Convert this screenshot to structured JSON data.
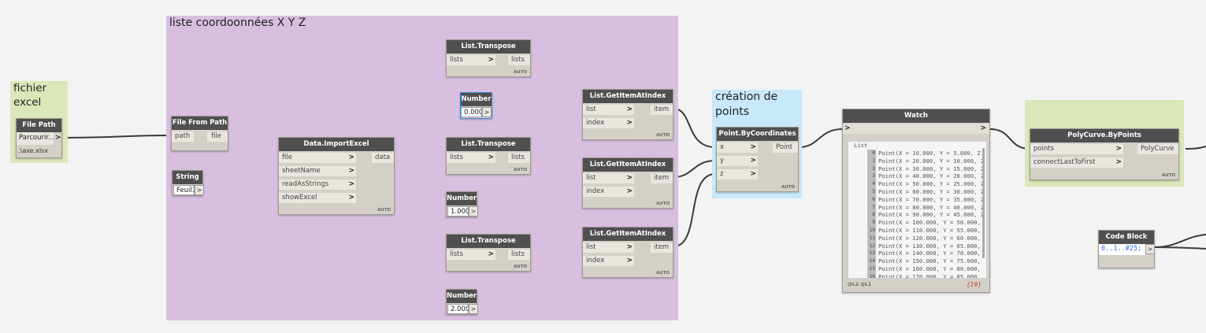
{
  "groups": {
    "excel": "fichier\nexcel",
    "coords": "liste coordoonnées X Y Z",
    "points": "création de\npoints"
  },
  "nodes": {
    "file_path": {
      "title": "File Path",
      "button": "Parcourir...",
      "value": ".\\axe.xlsx"
    },
    "file_from_path": {
      "title": "File From Path",
      "in": "path",
      "out": "file"
    },
    "string": {
      "title": "String",
      "value": "Feuil1"
    },
    "import_excel": {
      "title": "Data.ImportExcel",
      "inputs": [
        "file",
        "sheetName",
        "readAsStrings",
        "showExcel"
      ],
      "out": "data"
    },
    "transpose": {
      "title": "List.Transpose",
      "in": "lists",
      "out": "lists"
    },
    "get_item": {
      "title": "List.GetItemAtIndex",
      "in_list": "list",
      "in_index": "index",
      "out": "item"
    },
    "numbers": [
      {
        "title": "Number",
        "value": "0.000"
      },
      {
        "title": "Number",
        "value": "1.000"
      },
      {
        "title": "Number",
        "value": "2.000"
      }
    ],
    "by_coords": {
      "title": "Point.ByCoordinates",
      "inputs": [
        "x",
        "y",
        "z"
      ],
      "out": "Point"
    },
    "watch": {
      "title": "Watch",
      "list_label": "List",
      "rows": [
        {
          "idx": "0",
          "text": "Point(X = 10.000, Y = 5.000, Z"
        },
        {
          "idx": "1",
          "text": "Point(X = 20.000, Y = 10.000, Z"
        },
        {
          "idx": "2",
          "text": "Point(X = 30.000, Y = 15.000, Z"
        },
        {
          "idx": "3",
          "text": "Point(X = 40.000, Y = 20.000, Z"
        },
        {
          "idx": "4",
          "text": "Point(X = 50.000, Y = 25.000, Z"
        },
        {
          "idx": "5",
          "text": "Point(X = 60.000, Y = 30.000, Z"
        },
        {
          "idx": "6",
          "text": "Point(X = 70.000, Y = 35.000, Z"
        },
        {
          "idx": "7",
          "text": "Point(X = 80.000, Y = 40.000, Z"
        },
        {
          "idx": "8",
          "text": "Point(X = 90.000, Y = 45.000, Z"
        },
        {
          "idx": "9",
          "text": "Point(X = 100.000, Y = 50.000,"
        },
        {
          "idx": "10",
          "text": "Point(X = 110.000, Y = 55.000,"
        },
        {
          "idx": "11",
          "text": "Point(X = 120.000, Y = 60.000,"
        },
        {
          "idx": "12",
          "text": "Point(X = 130.000, Y = 65.000,"
        },
        {
          "idx": "13",
          "text": "Point(X = 140.000, Y = 70.000,"
        },
        {
          "idx": "14",
          "text": "Point(X = 150.000, Y = 75.000,"
        },
        {
          "idx": "15",
          "text": "Point(X = 160.000, Y = 80.000,"
        },
        {
          "idx": "16",
          "text": "Point(X = 170.000, Y = 85.000"
        }
      ],
      "levels": "@L2 @L1",
      "count": "{19}"
    },
    "polycurve": {
      "title": "PolyCurve.ByPoints",
      "inputs": [
        "points",
        "connectLastToFirst"
      ],
      "out": "PolyCurve"
    },
    "code_block": {
      "title": "Code Block",
      "code": "0..1..#25;"
    }
  },
  "auto_label": "AUTO",
  "chevron": ">",
  "colors": {
    "group_purple": "#d8bfe0",
    "group_green": "#dae7b8",
    "group_blue": "#c8e8fb",
    "header": "#4f4f4f",
    "wire": "#3a3a3a",
    "wire_selected": "#3d8de0"
  }
}
